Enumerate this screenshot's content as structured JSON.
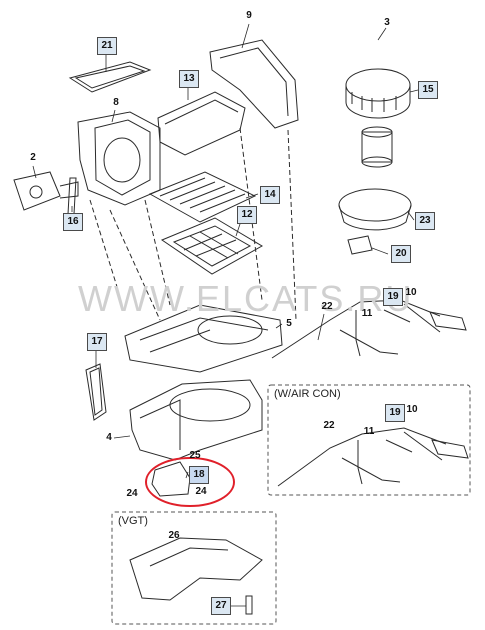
{
  "watermark": "WWW.ELCATS.RU",
  "groups": {
    "w_air_con": "(W/AIR CON)",
    "vgt": "(VGT)"
  },
  "callouts": {
    "c21": "21",
    "c8": "8",
    "c9": "9",
    "c13": "13",
    "c3": "3",
    "c15": "15",
    "c2": "2",
    "c16": "16",
    "c14": "14",
    "c12": "12",
    "c23": "23",
    "c20": "20",
    "c22a": "22",
    "c19a": "19",
    "c10a": "10",
    "c11a": "11",
    "c5": "5",
    "c17": "17",
    "c4": "4",
    "c25": "25",
    "c18": "18",
    "c24a": "24",
    "c24b": "24",
    "c22b": "22",
    "c19b": "19",
    "c10b": "10",
    "c11b": "11",
    "c26": "26",
    "c27": "27"
  },
  "colors": {
    "line": "#2b2b2b",
    "highlight": "#e0202a",
    "callout_fill": "#dbe7f2"
  }
}
